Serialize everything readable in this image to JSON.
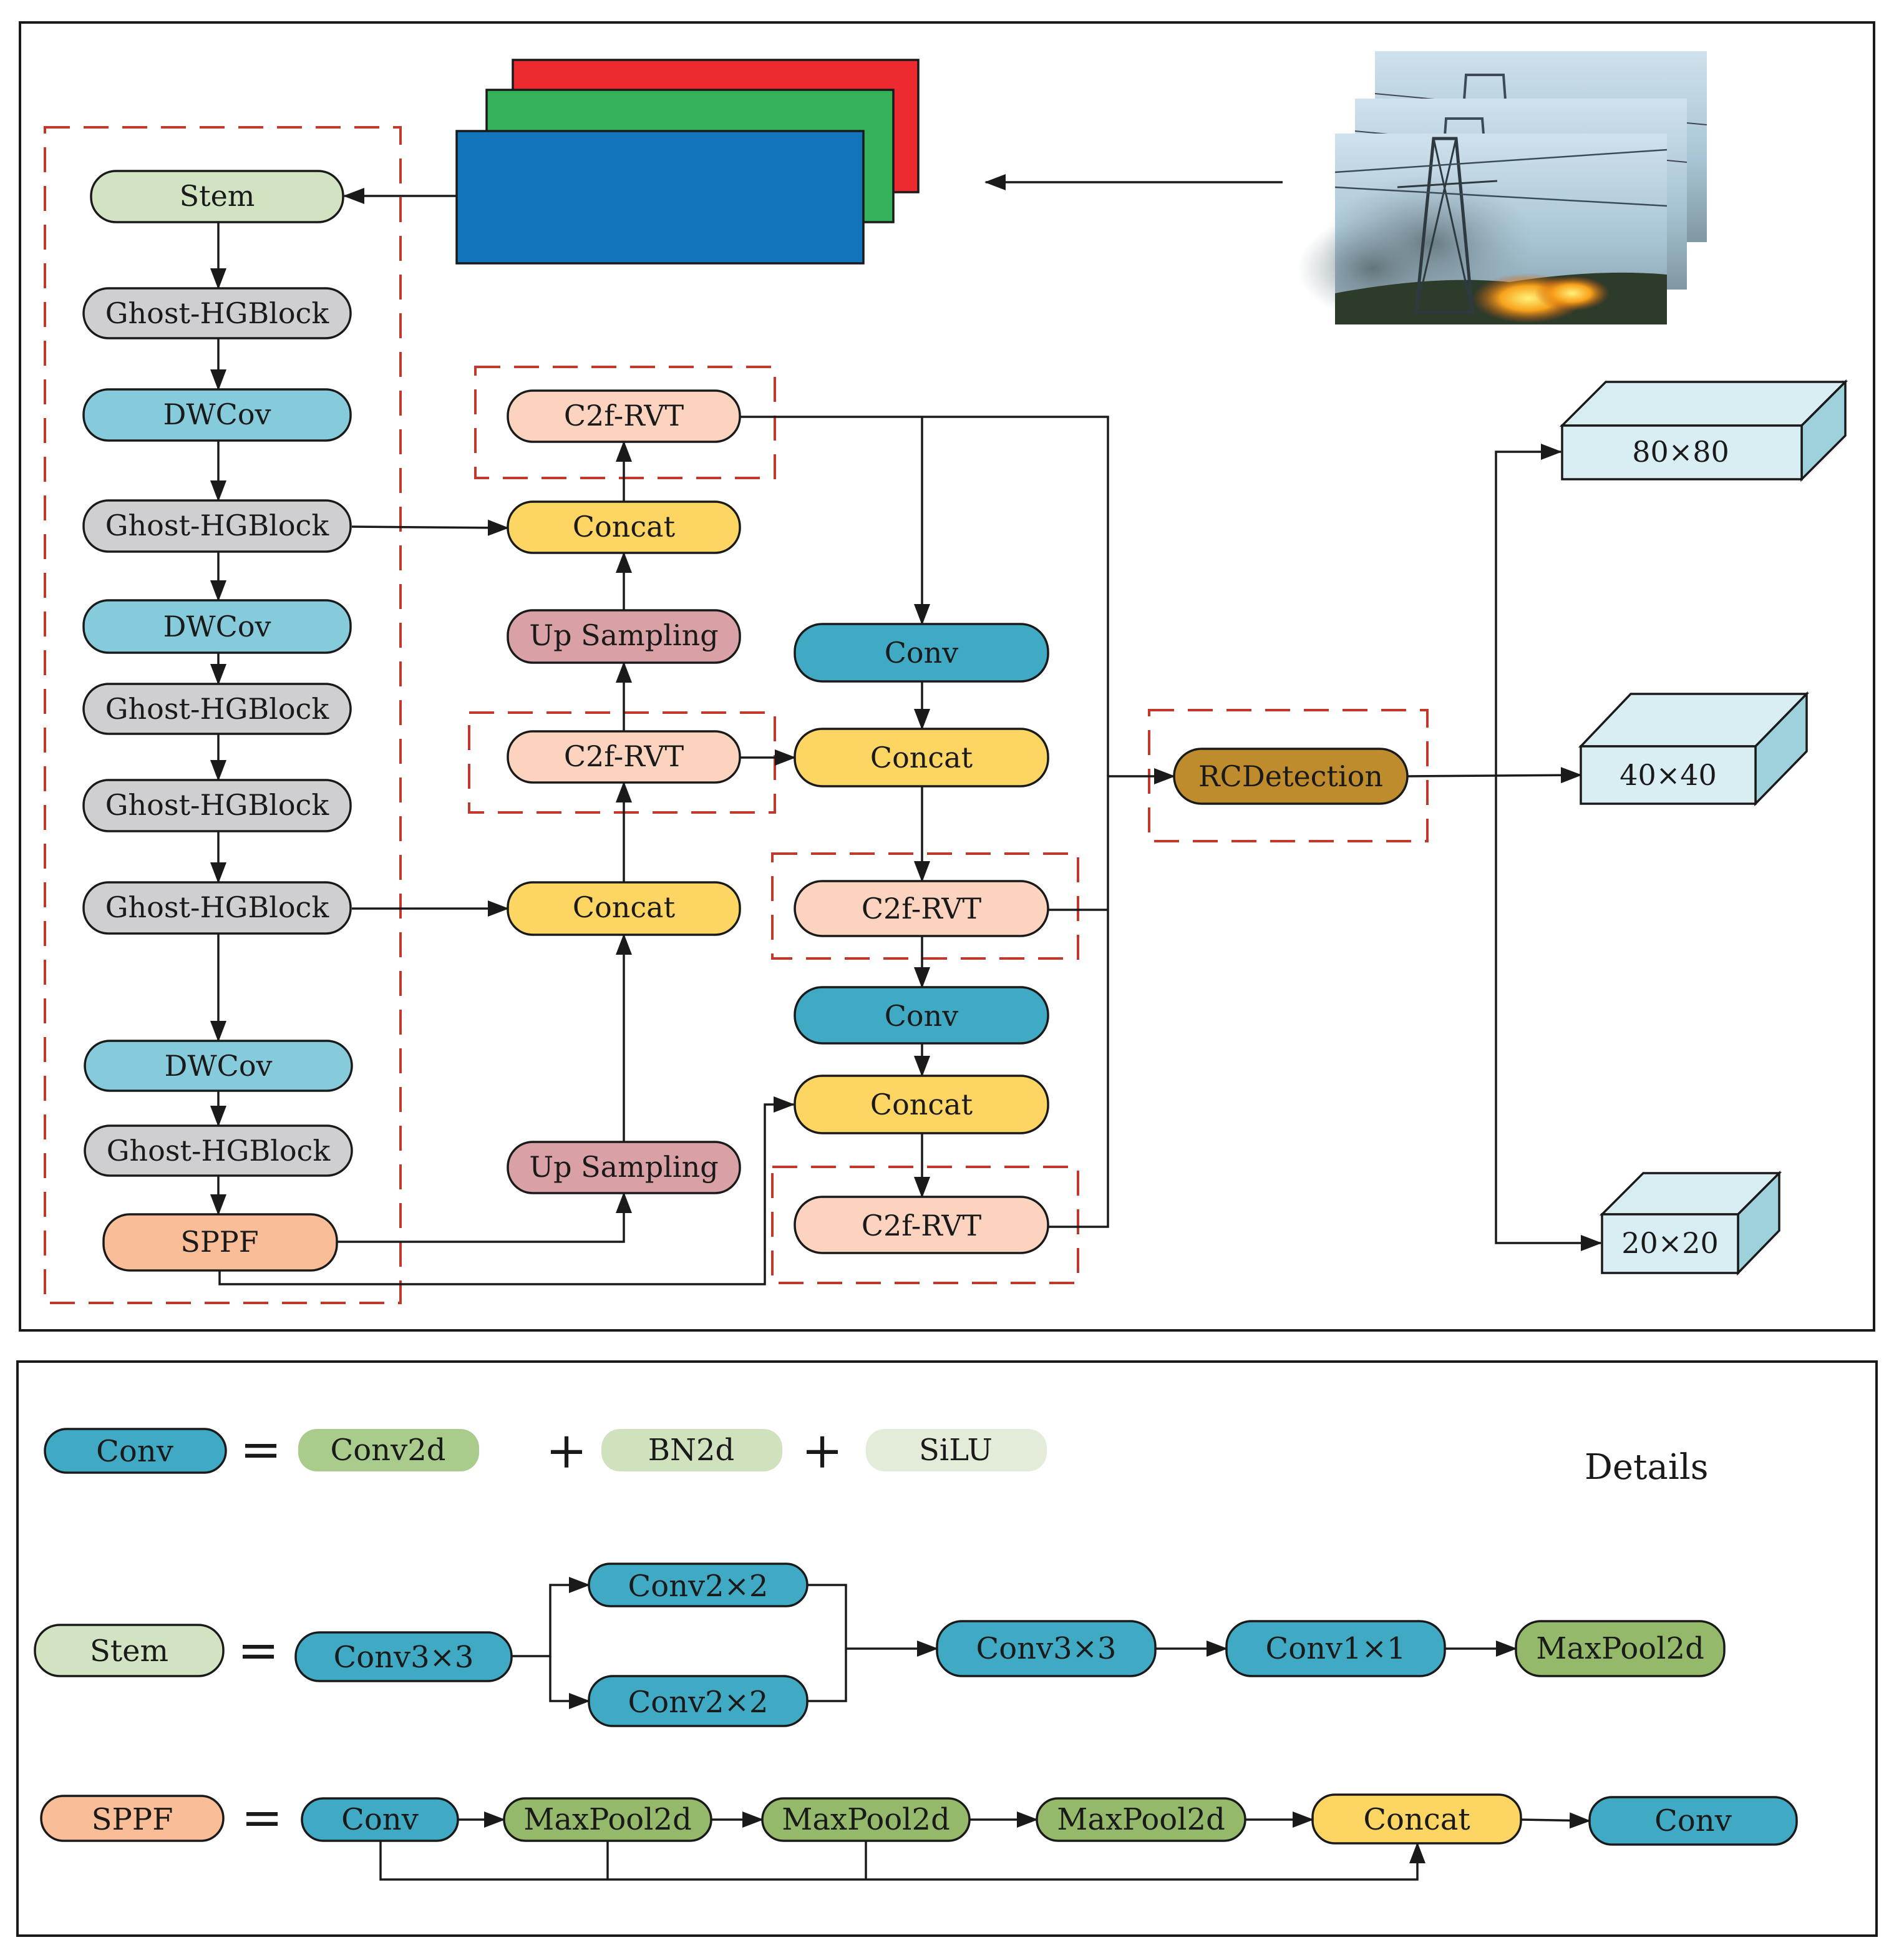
{
  "colors": {
    "stem": "#d1e3c1",
    "ghost": "#cfcfd1",
    "dwcov": "#86cbdc",
    "conv": "#40a9c4",
    "c2f": "#fbd3be",
    "concat": "#fdd562",
    "upsample": "#d9a1a5",
    "sppf": "#f9bd98",
    "rcdet": "#be8b2d",
    "maxpool": "#95b96b",
    "conv2d": "#a9cb8b",
    "bn2d": "#cfe2bd",
    "silu": "#e3ecd9",
    "box_front": "#d9eef3",
    "box_side": "#9fd1dd",
    "red": "#ed2a30",
    "green": "#35b15a",
    "blue": "#1275bb"
  },
  "backbone": {
    "stem": "Stem",
    "ghost_1": "Ghost-HGBlock",
    "dwcov_1": "DWCov",
    "ghost_2": "Ghost-HGBlock",
    "dwcov_2": "DWCov",
    "ghost_3": "Ghost-HGBlock",
    "ghost_4": "Ghost-HGBlock",
    "ghost_5": "Ghost-HGBlock",
    "dwcov_3": "DWCov",
    "ghost_6": "Ghost-HGBlock",
    "sppf": "SPPF"
  },
  "neck_left": {
    "c2f_top": "C2f-RVT",
    "concat_top": "Concat",
    "upsample_top": "Up Sampling",
    "c2f_mid": "C2f-RVT",
    "concat_mid": "Concat",
    "upsample_bottom": "Up Sampling"
  },
  "neck_right": {
    "conv_top": "Conv",
    "concat_top": "Concat",
    "c2f_mid": "C2f-RVT",
    "conv_mid": "Conv",
    "concat_bottom": "Concat",
    "c2f_bottom": "C2f-RVT"
  },
  "head": {
    "rcdetection": "RCDetection",
    "out_80": "80×80",
    "out_40": "40×40",
    "out_20": "20×20"
  },
  "legend": {
    "details": "Details",
    "conv_row": {
      "lhs": "Conv",
      "eq": "=",
      "conv2d": "Conv2d",
      "plus1": "+",
      "bn2d": "BN2d",
      "plus2": "+",
      "silu": "SiLU"
    },
    "stem_row": {
      "lhs": "Stem",
      "eq": "=",
      "conv3x3_a": "Conv3×3",
      "conv2x2_top": "Conv2×2",
      "conv2x2_bottom": "Conv2×2",
      "conv3x3_b": "Conv3×3",
      "conv1x1": "Conv1×1",
      "maxpool": "MaxPool2d"
    },
    "sppf_row": {
      "lhs": "SPPF",
      "eq": "=",
      "conv_a": "Conv",
      "maxpool_1": "MaxPool2d",
      "maxpool_2": "MaxPool2d",
      "maxpool_3": "MaxPool2d",
      "concat": "Concat",
      "conv_b": "Conv"
    }
  }
}
